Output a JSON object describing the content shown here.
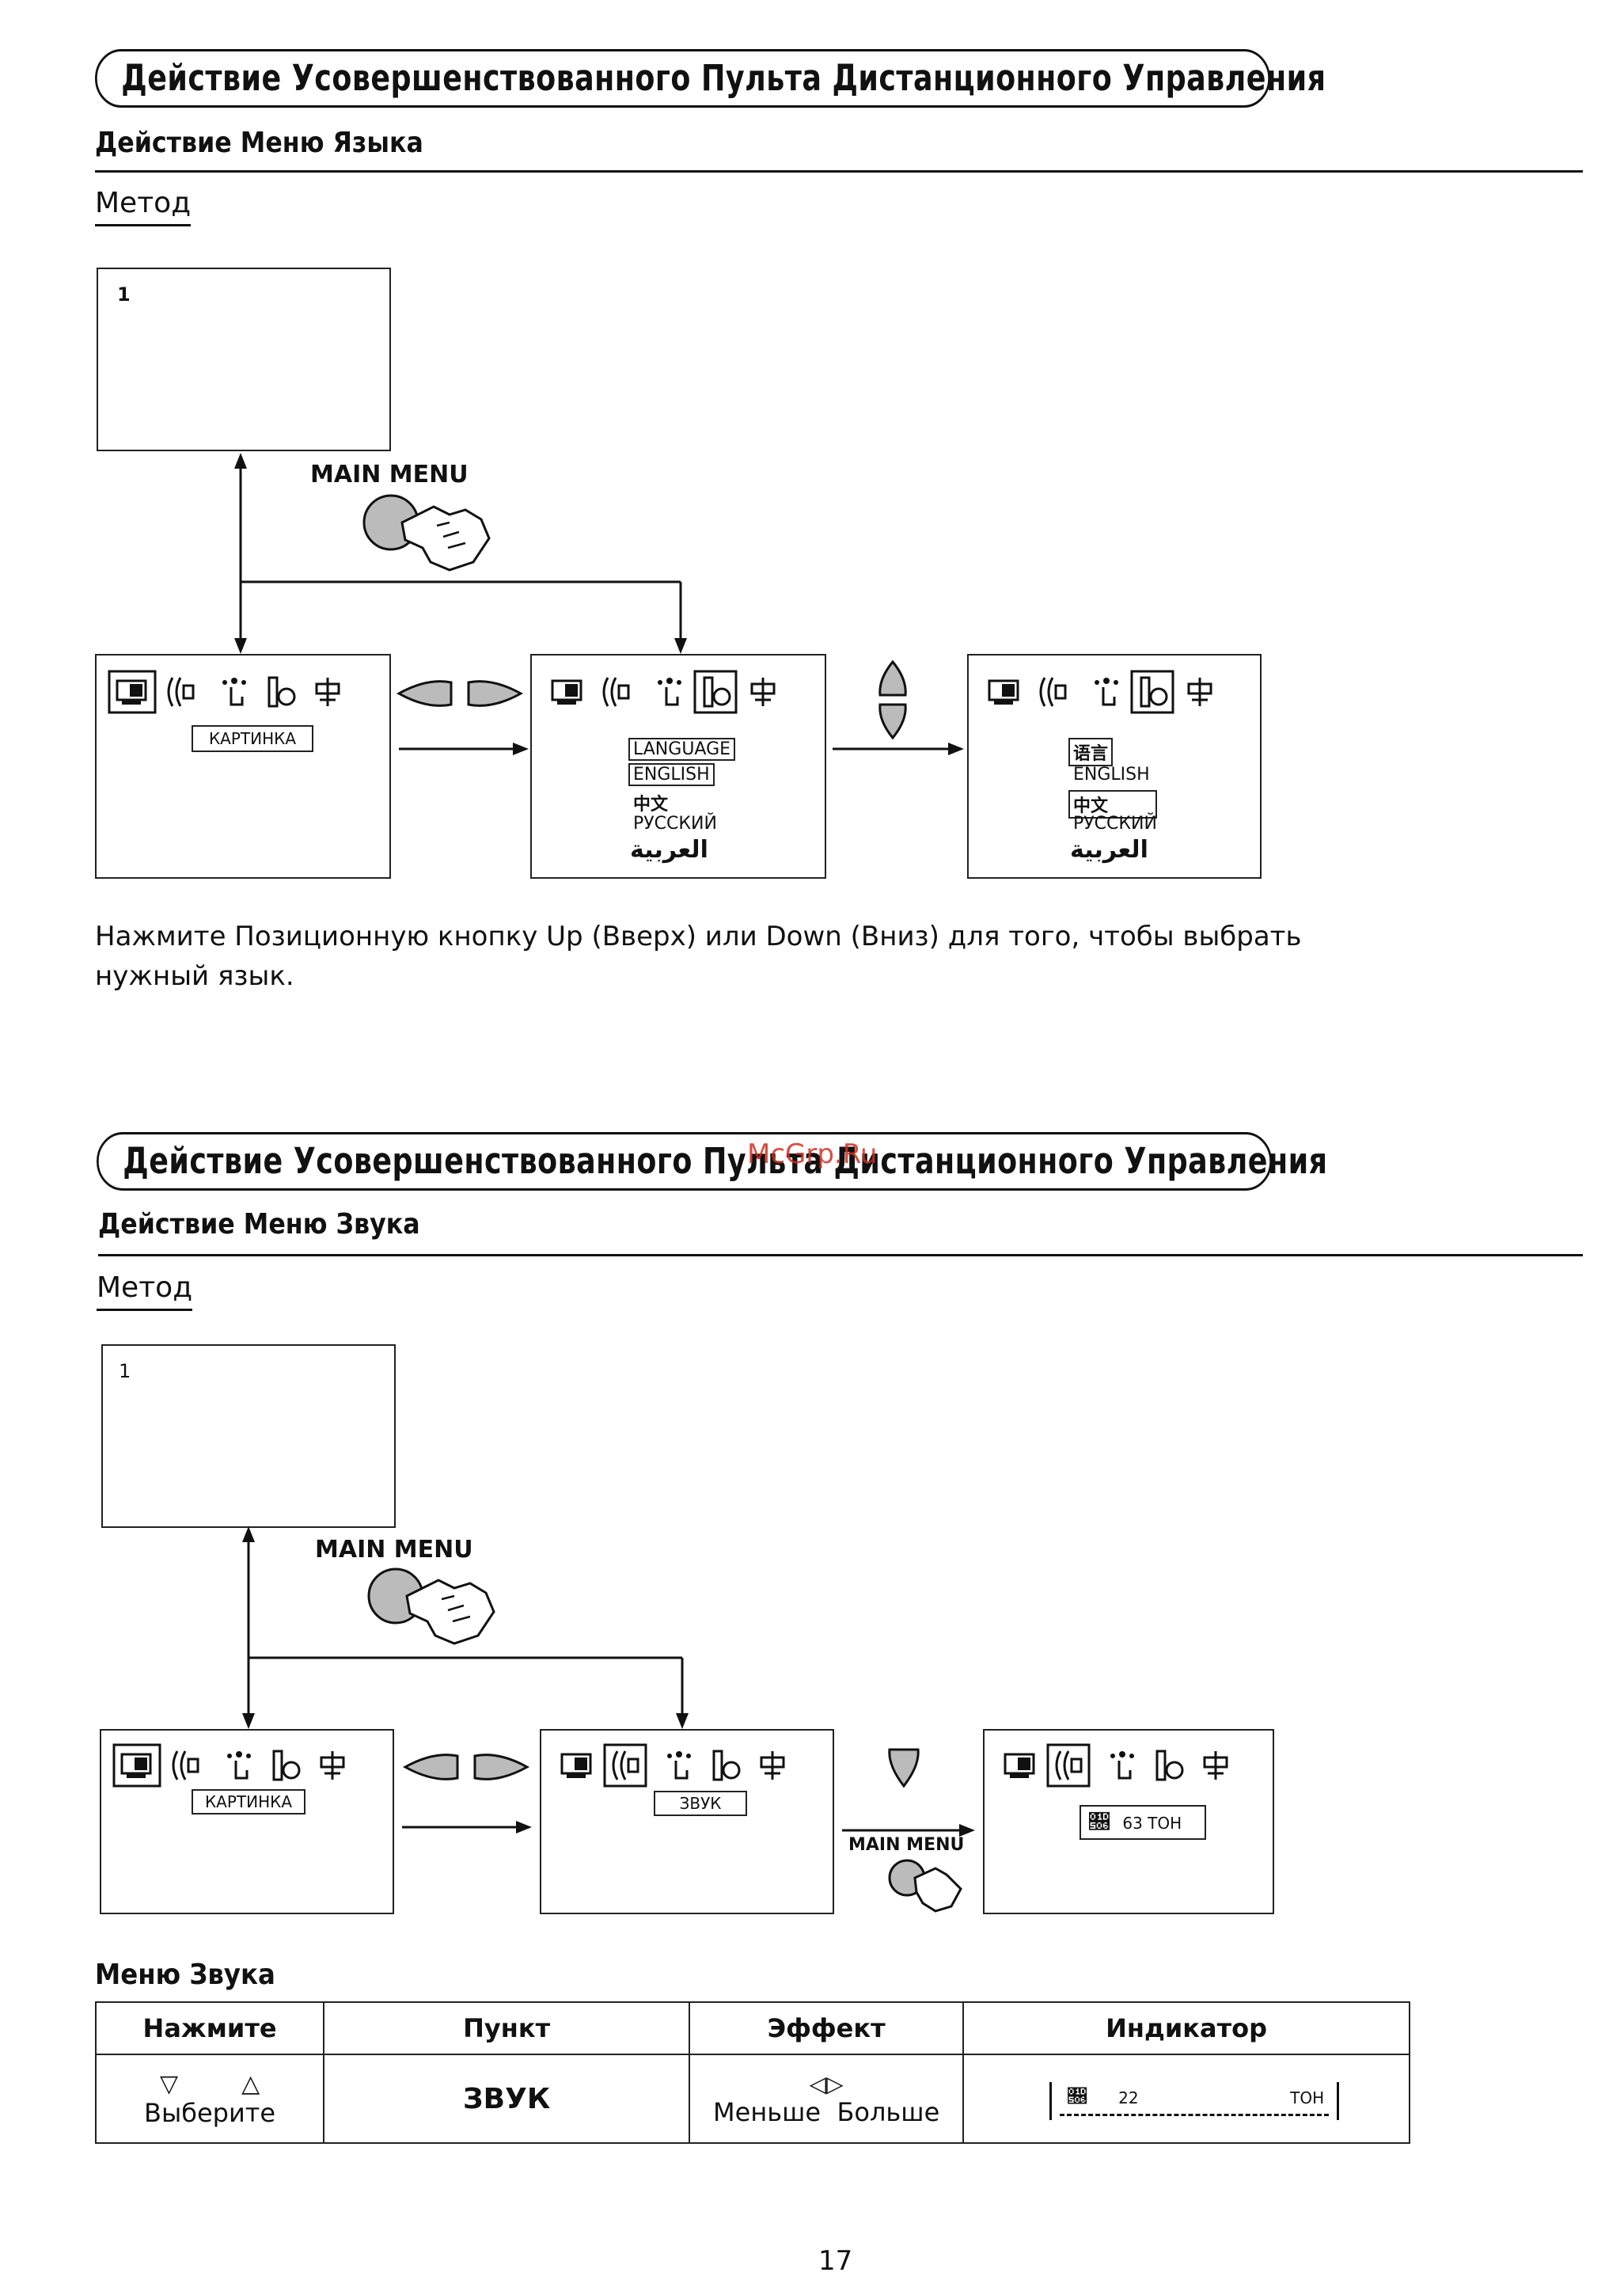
{
  "section1": {
    "title": "Действие Усовершенствованного Пульта Дистанционного Управления",
    "subtitle": "Действие Меню Языка",
    "method": "Метод",
    "screen_number": "1",
    "main_menu_label": "MAIN MENU",
    "picture_box": "КАРТИНКА",
    "languages_screen2": [
      "LANGUAGE",
      "ENGLISH",
      "中文",
      "РУССКИЙ",
      "العربية"
    ],
    "languages_screen3": [
      "语言",
      "ENGLISH",
      "中文",
      "РУССКИЙ",
      "العربية"
    ],
    "instruction_line1": "Нажмите Позиционную кнопку Up (Вверх) или Down (Вниз) для того, чтобы выбрать",
    "instruction_line2": "нужный язык."
  },
  "watermark": "McGrp.Ru",
  "section2": {
    "title": "Действие Усовершенствованного Пульта Дистанционного Управления",
    "subtitle": "Действие Меню Звука",
    "method": "Метод",
    "screen_number": "1",
    "main_menu_label": "MAIN MENU",
    "picture_box": "КАРТИНКА",
    "sound_box": "ЗВУК",
    "small_main_menu_label": "MAIN MENU",
    "tone_value": "63 ТОН",
    "table_title": "Меню Звука",
    "table": {
      "headers": [
        "Нажмите",
        "Пункт",
        "Эффект",
        "Индикатор"
      ],
      "press_label": "Выберите",
      "item": "ЗВУК",
      "effect_label": "Меньше  Больше",
      "indicator_value": "22",
      "indicator_unit": "ТОН"
    }
  },
  "page_number": "17",
  "colors": {
    "ink": "#111111",
    "watermark": "#d03020"
  }
}
